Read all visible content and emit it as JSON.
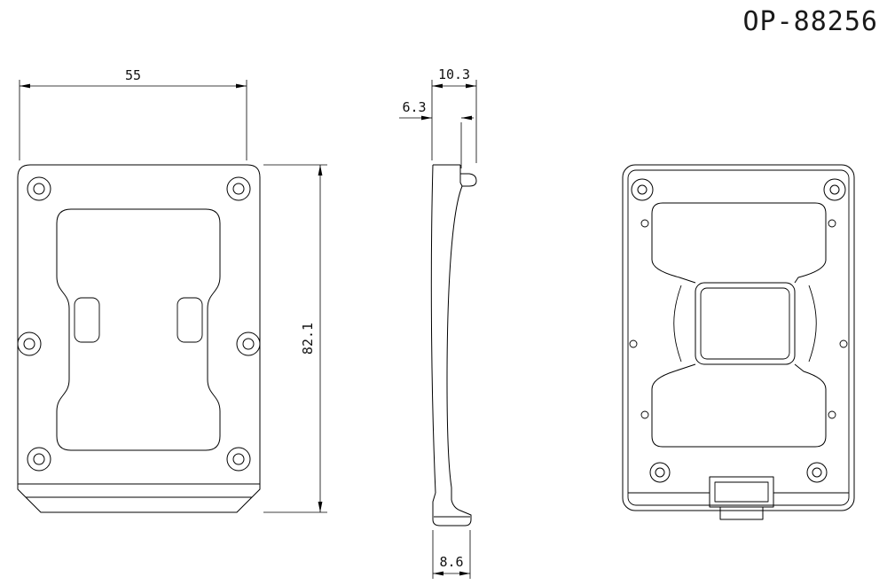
{
  "drawing": {
    "title": "OP-88256",
    "dimensions": {
      "width": "55",
      "height": "82.1",
      "depth_total": "10.3",
      "depth_body": "6.3",
      "foot_depth": "8.6"
    }
  }
}
